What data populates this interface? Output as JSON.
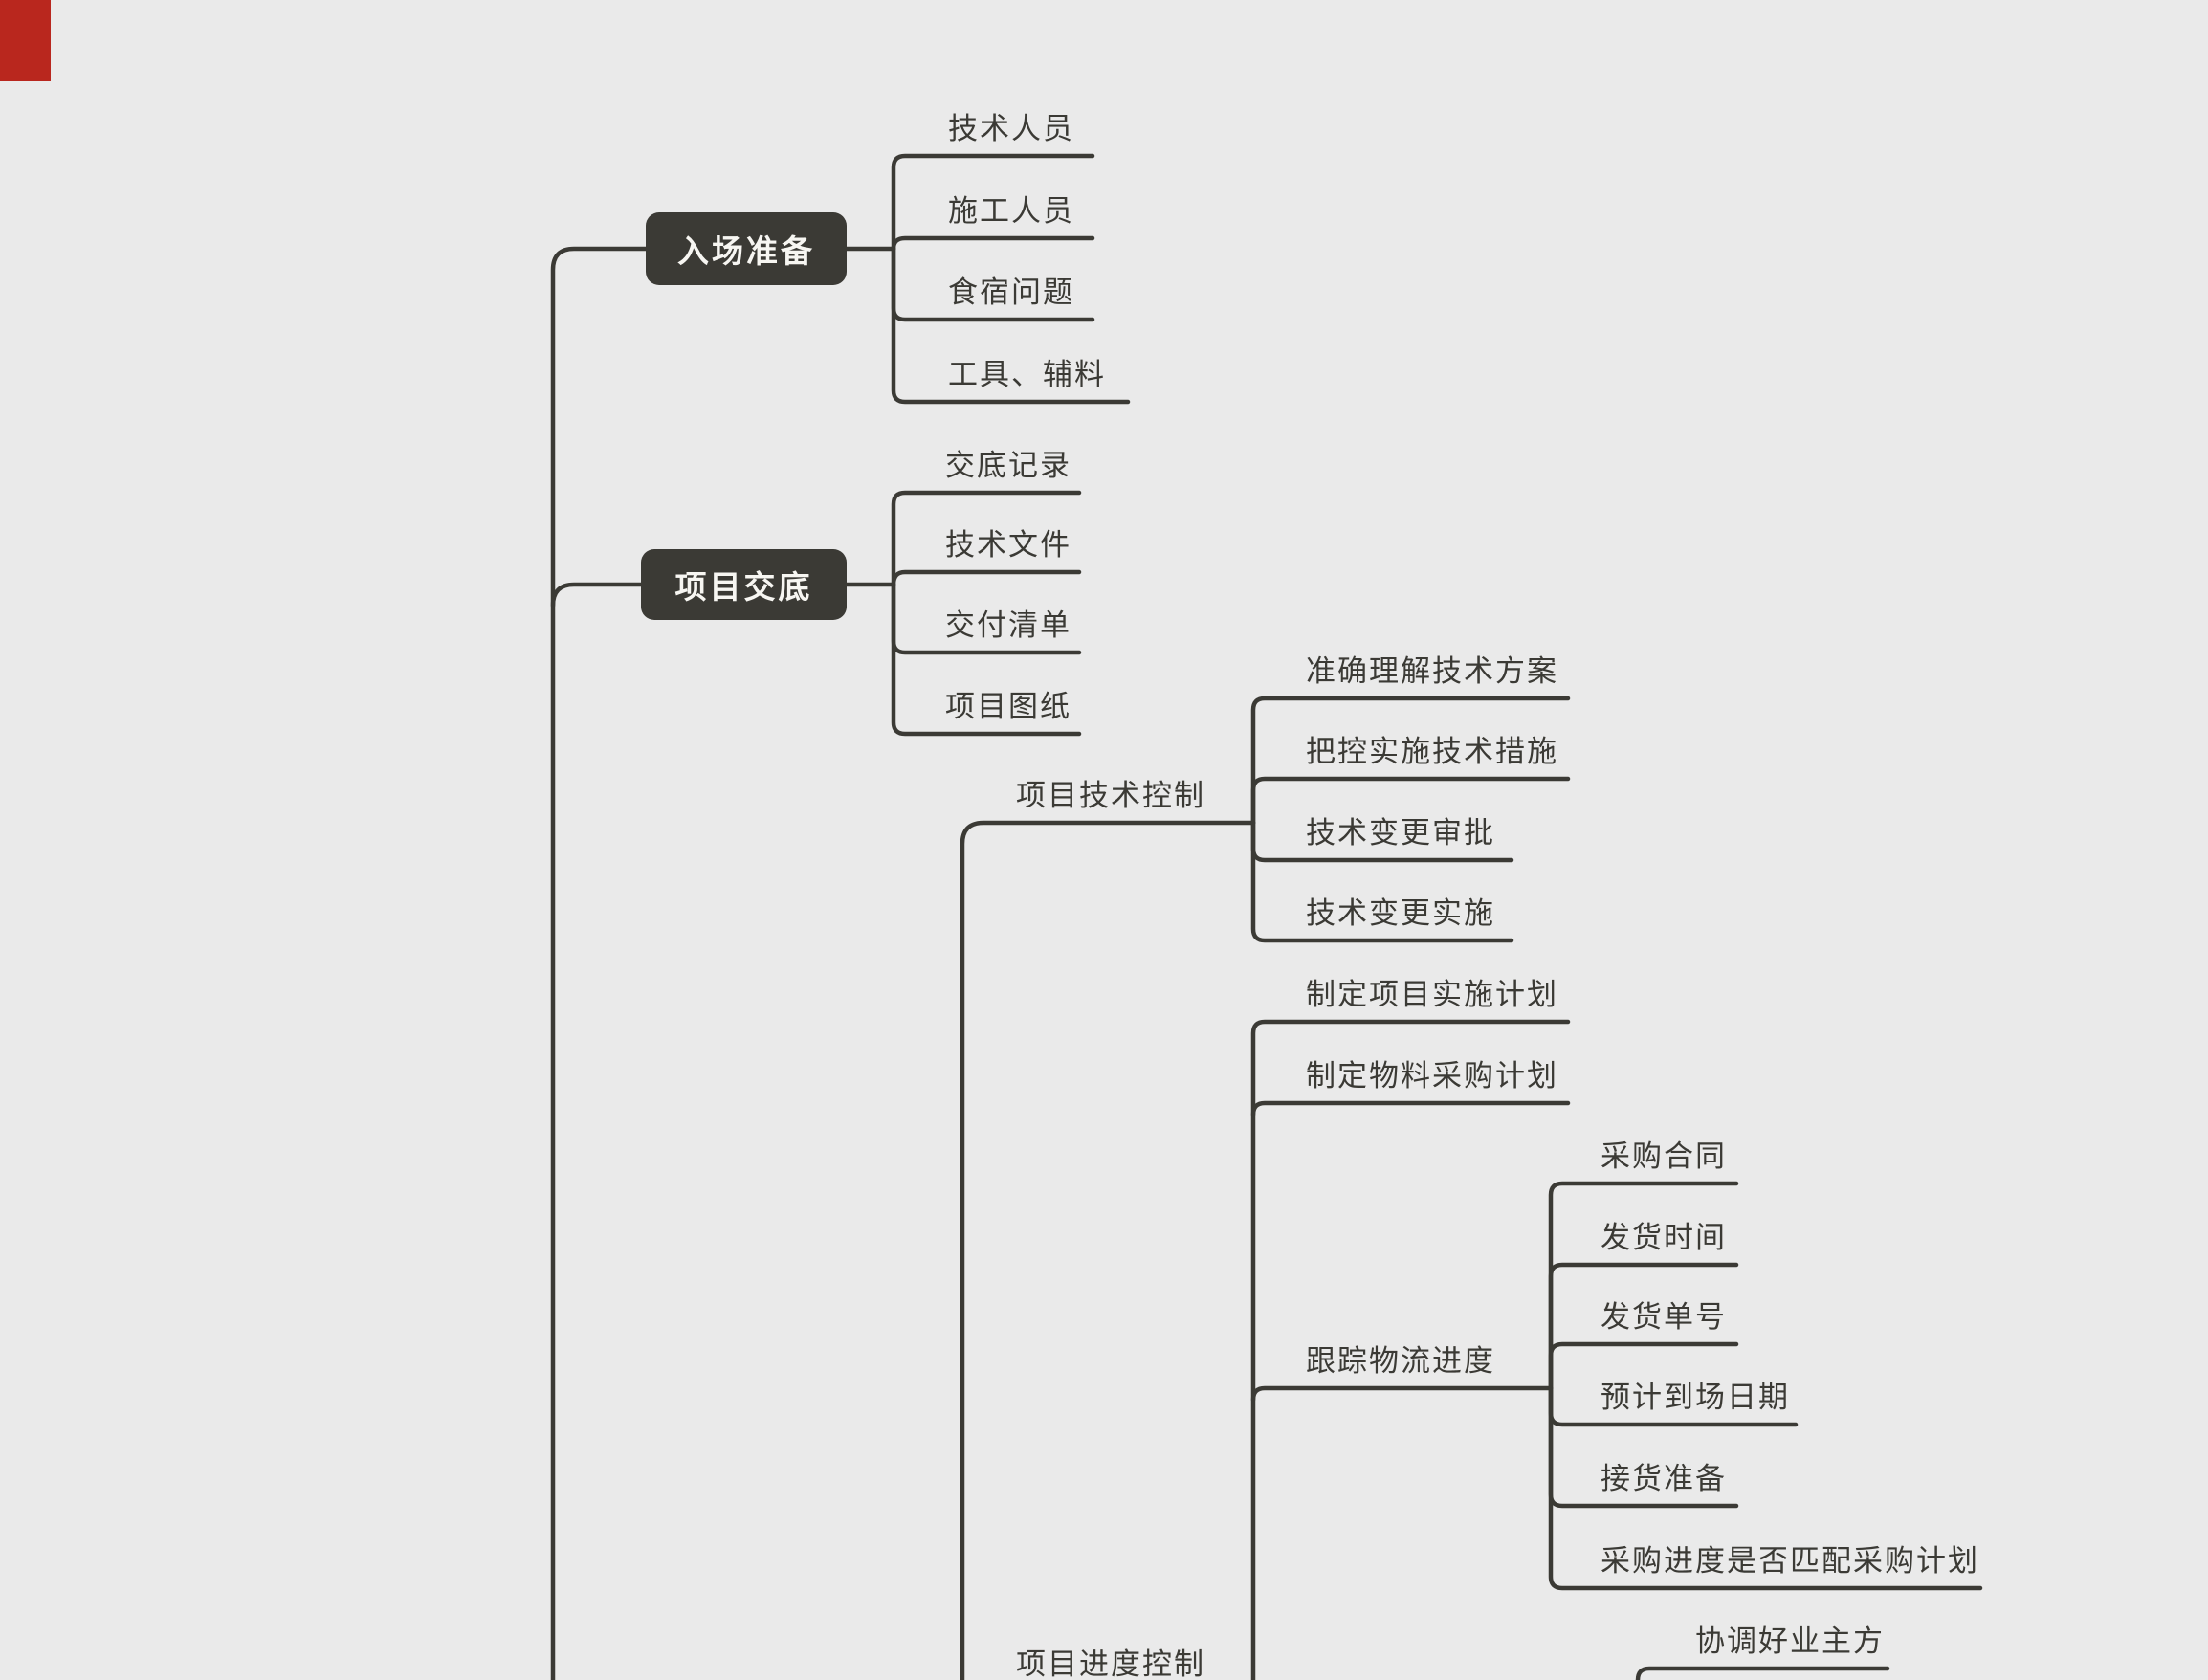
{
  "colors": {
    "bg": "#eaeaea",
    "line": "#3b3a35",
    "label-text": "#3b3a35",
    "box-bg": "#3b3a35",
    "box-text": "#f7f6f2",
    "accent-red": "#b9271e"
  },
  "mindmap": {
    "branches": [
      {
        "label": "入场准备",
        "children": [
          {
            "label": "技术人员"
          },
          {
            "label": "施工人员"
          },
          {
            "label": "食宿问题"
          },
          {
            "label": "工具、辅料"
          }
        ]
      },
      {
        "label": "项目交底",
        "children": [
          {
            "label": "交底记录"
          },
          {
            "label": "技术文件"
          },
          {
            "label": "交付清单"
          },
          {
            "label": "项目图纸"
          }
        ]
      },
      {
        "label": "项目技术控制",
        "children": [
          {
            "label": "准确理解技术方案"
          },
          {
            "label": "把控实施技术措施"
          },
          {
            "label": "技术变更审批"
          },
          {
            "label": "技术变更实施"
          }
        ]
      },
      {
        "label": "项目进度控制",
        "children": [
          {
            "label": "制定项目实施计划"
          },
          {
            "label": "制定物料采购计划"
          },
          {
            "label": "跟踪物流进度",
            "children": [
              {
                "label": "采购合同"
              },
              {
                "label": "发货时间"
              },
              {
                "label": "发货单号"
              },
              {
                "label": "预计到场日期"
              },
              {
                "label": "接货准备"
              },
              {
                "label": "采购进度是否匹配采购计划"
              }
            ]
          }
        ]
      },
      {
        "label": "协调好业主方"
      }
    ]
  }
}
